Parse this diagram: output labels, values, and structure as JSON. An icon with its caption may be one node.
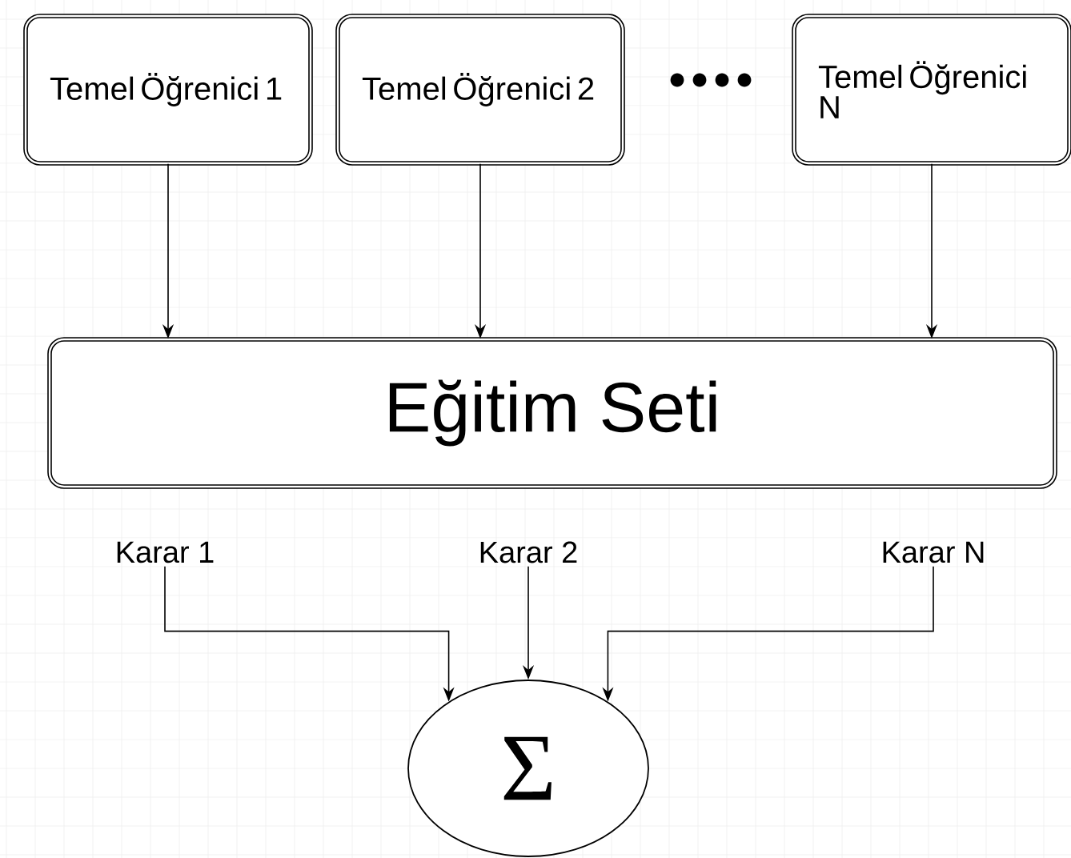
{
  "diagram": {
    "nodes": [
      {
        "text": [
          "Temel Öğrenici 1"
        ]
      },
      {
        "text": [
          "Temel Öğrenici 2"
        ]
      },
      {
        "text": [
          "Temel Öğrenici N"
        ]
      },
      {
        "text": [
          "Eğitim Seti"
        ]
      },
      {
        "text": [
          "Karar 1"
        ]
      },
      {
        "text": [
          "Karar 2"
        ]
      },
      {
        "text": [
          "Karar N"
        ]
      },
      {
        "text": [
          "Σ"
        ]
      }
    ],
    "edges": [
      {
        "from": 0,
        "to": 3,
        "arrow": "to"
      },
      {
        "from": 1,
        "to": 3,
        "arrow": "to"
      },
      {
        "from": 2,
        "to": 3,
        "arrow": "to"
      },
      {
        "from": 4,
        "to": 7,
        "arrow": "to"
      },
      {
        "from": 5,
        "to": 7,
        "arrow": "to"
      },
      {
        "from": 6,
        "to": 7,
        "arrow": "to"
      }
    ]
  }
}
